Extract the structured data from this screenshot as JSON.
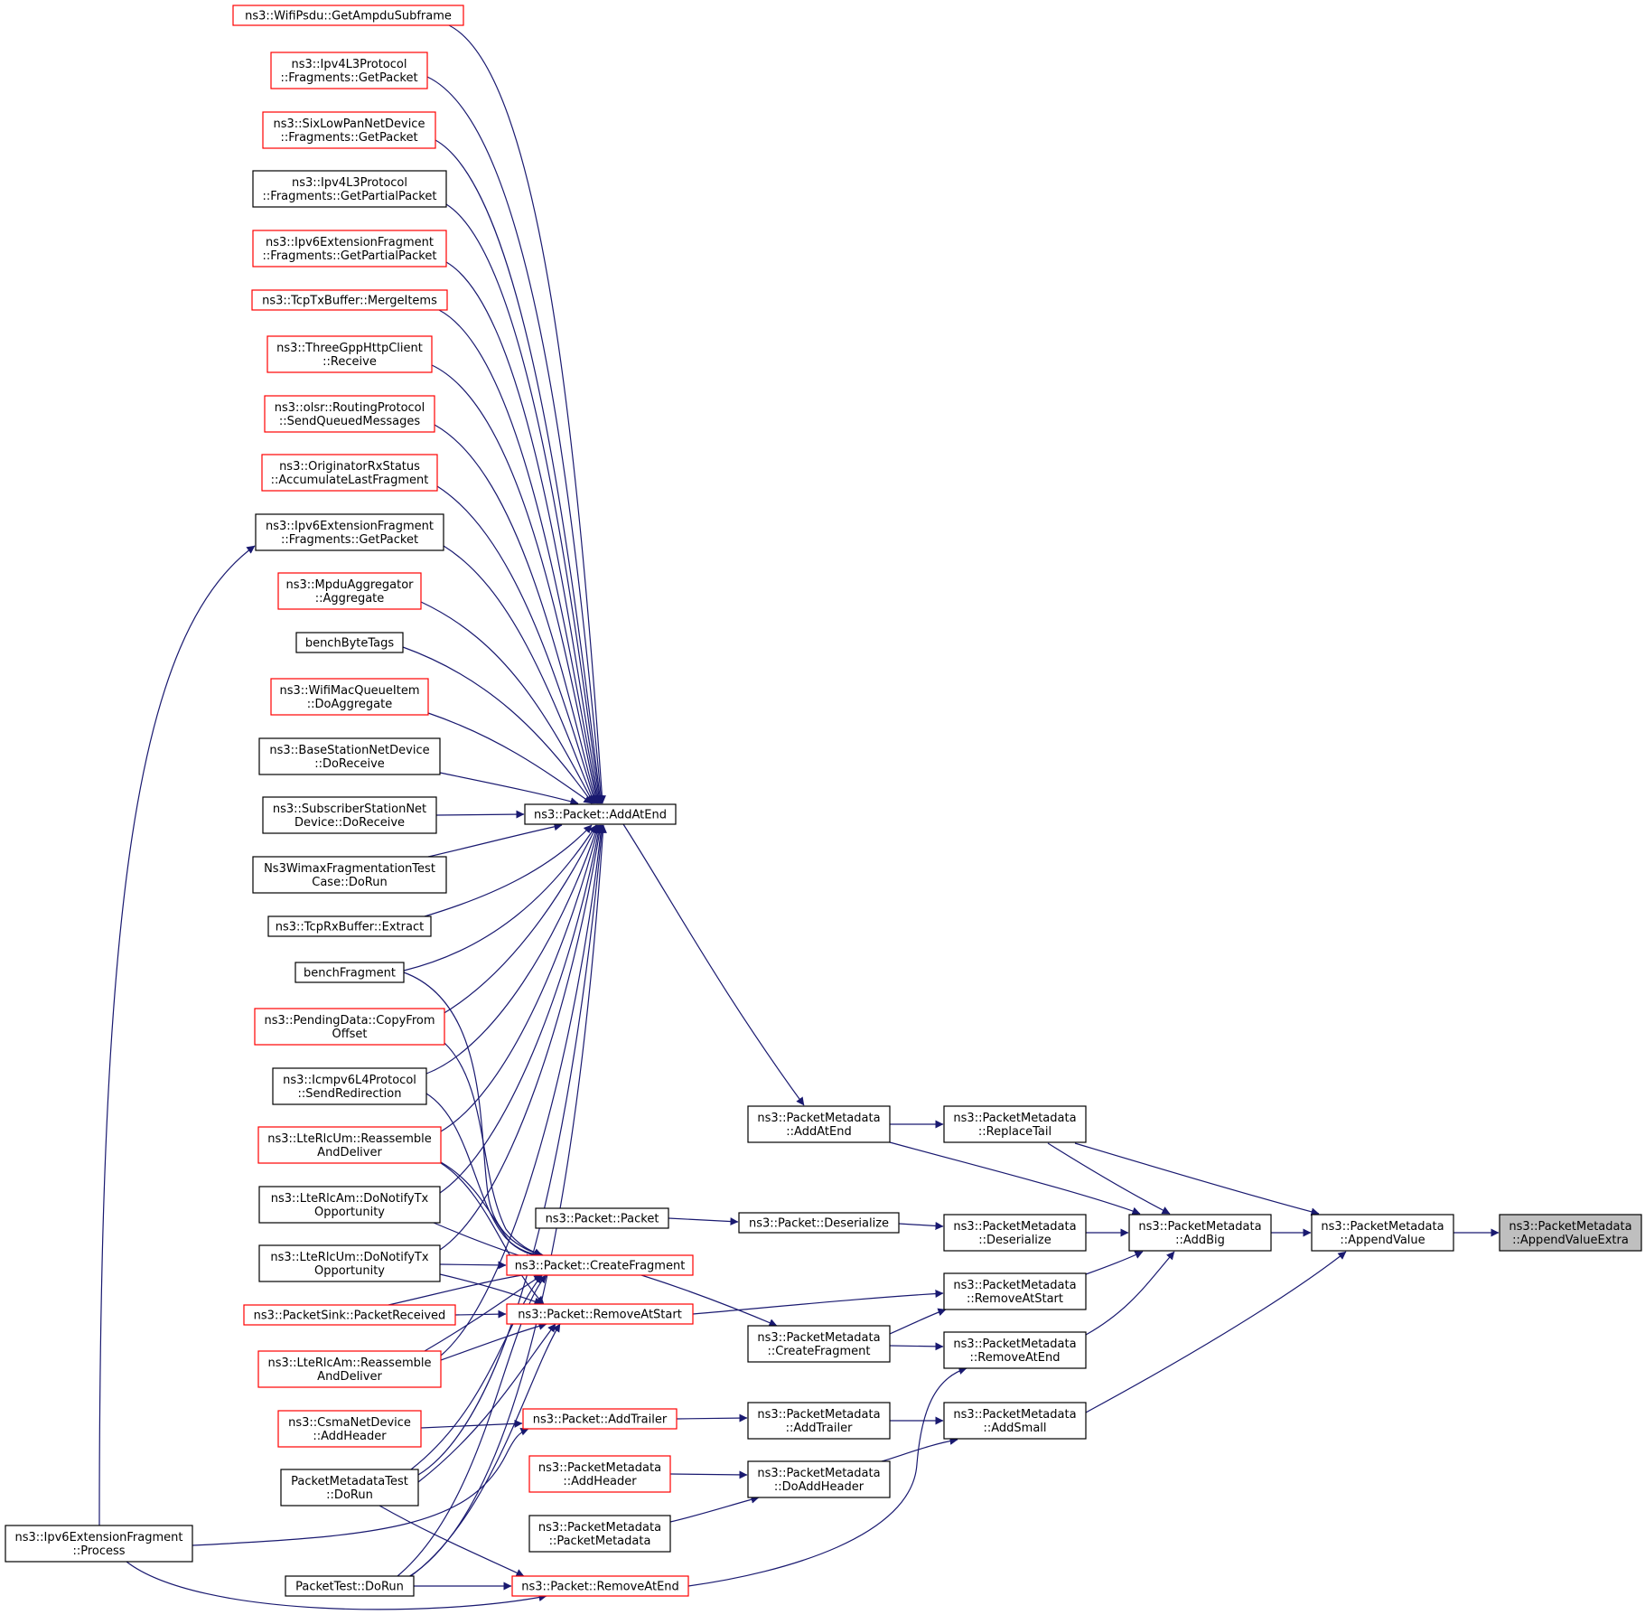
{
  "diagram": {
    "colors": {
      "edge": "#191970",
      "border_linked": "#ff0000",
      "border_plain": "#000000",
      "focus_fill": "#bfbfbf",
      "fill": "#ffffff"
    },
    "nodes": [
      {
        "id": "appendValueExtra",
        "lines": [
          "ns3::PacketMetadata",
          "::AppendValueExtra"
        ],
        "style": "focus"
      },
      {
        "id": "appendValue",
        "lines": [
          "ns3::PacketMetadata",
          "::AppendValue"
        ],
        "style": "plain"
      },
      {
        "id": "addBig",
        "lines": [
          "ns3::PacketMetadata",
          "::AddBig"
        ],
        "style": "plain"
      },
      {
        "id": "replaceTail",
        "lines": [
          "ns3::PacketMetadata",
          "::ReplaceTail"
        ],
        "style": "plain"
      },
      {
        "id": "addSmall",
        "lines": [
          "ns3::PacketMetadata",
          "::AddSmall"
        ],
        "style": "plain"
      },
      {
        "id": "pmAddAtEnd",
        "lines": [
          "ns3::PacketMetadata",
          "::AddAtEnd"
        ],
        "style": "plain"
      },
      {
        "id": "pmDeserialize",
        "lines": [
          "ns3::PacketMetadata",
          "::Deserialize"
        ],
        "style": "plain"
      },
      {
        "id": "pmRemoveAtStart",
        "lines": [
          "ns3::PacketMetadata",
          "::RemoveAtStart"
        ],
        "style": "plain"
      },
      {
        "id": "pmRemoveAtEnd",
        "lines": [
          "ns3::PacketMetadata",
          "::RemoveAtEnd"
        ],
        "style": "plain"
      },
      {
        "id": "pmCreateFragment",
        "lines": [
          "ns3::PacketMetadata",
          "::CreateFragment"
        ],
        "style": "plain"
      },
      {
        "id": "pmAddTrailer",
        "lines": [
          "ns3::PacketMetadata",
          "::AddTrailer"
        ],
        "style": "plain"
      },
      {
        "id": "pmDoAddHeader",
        "lines": [
          "ns3::PacketMetadata",
          "::DoAddHeader"
        ],
        "style": "plain"
      },
      {
        "id": "pmAddHeader",
        "lines": [
          "ns3::PacketMetadata",
          "::AddHeader"
        ],
        "style": "linked"
      },
      {
        "id": "pmCtor",
        "lines": [
          "ns3::PacketMetadata",
          "::PacketMetadata"
        ],
        "style": "plain"
      },
      {
        "id": "pAddAtEnd",
        "lines": [
          "ns3::Packet::AddAtEnd"
        ],
        "style": "plain"
      },
      {
        "id": "pDeserialize",
        "lines": [
          "ns3::Packet::Deserialize"
        ],
        "style": "plain"
      },
      {
        "id": "pPacket",
        "lines": [
          "ns3::Packet::Packet"
        ],
        "style": "plain"
      },
      {
        "id": "pCreateFragment",
        "lines": [
          "ns3::Packet::CreateFragment"
        ],
        "style": "linked"
      },
      {
        "id": "pRemoveAtStart",
        "lines": [
          "ns3::Packet::RemoveAtStart"
        ],
        "style": "linked"
      },
      {
        "id": "pAddTrailer",
        "lines": [
          "ns3::Packet::AddTrailer"
        ],
        "style": "linked"
      },
      {
        "id": "pRemoveAtEnd",
        "lines": [
          "ns3::Packet::RemoveAtEnd"
        ],
        "style": "linked"
      },
      {
        "id": "wifiPsdu",
        "lines": [
          "ns3::WifiPsdu::GetAmpduSubframe"
        ],
        "style": "linked"
      },
      {
        "id": "ipv4FragGetPacket",
        "lines": [
          "ns3::Ipv4L3Protocol",
          "::Fragments::GetPacket"
        ],
        "style": "linked"
      },
      {
        "id": "sixLowPan",
        "lines": [
          "ns3::SixLowPanNetDevice",
          "::Fragments::GetPacket"
        ],
        "style": "linked"
      },
      {
        "id": "ipv4FragPartial",
        "lines": [
          "ns3::Ipv4L3Protocol",
          "::Fragments::GetPartialPacket"
        ],
        "style": "plain"
      },
      {
        "id": "ipv6FragPartial",
        "lines": [
          "ns3::Ipv6ExtensionFragment",
          "::Fragments::GetPartialPacket"
        ],
        "style": "linked"
      },
      {
        "id": "tcpTxMerge",
        "lines": [
          "ns3::TcpTxBuffer::MergeItems"
        ],
        "style": "linked"
      },
      {
        "id": "threeGpp",
        "lines": [
          "ns3::ThreeGppHttpClient",
          "::Receive"
        ],
        "style": "linked"
      },
      {
        "id": "olsr",
        "lines": [
          "ns3::olsr::RoutingProtocol",
          "::SendQueuedMessages"
        ],
        "style": "linked"
      },
      {
        "id": "originator",
        "lines": [
          "ns3::OriginatorRxStatus",
          "::AccumulateLastFragment"
        ],
        "style": "linked"
      },
      {
        "id": "ipv6FragGetPacket",
        "lines": [
          "ns3::Ipv6ExtensionFragment",
          "::Fragments::GetPacket"
        ],
        "style": "plain"
      },
      {
        "id": "mpduAgg",
        "lines": [
          "ns3::MpduAggregator",
          "::Aggregate"
        ],
        "style": "linked"
      },
      {
        "id": "benchByteTags",
        "lines": [
          "benchByteTags"
        ],
        "style": "plain"
      },
      {
        "id": "wifiMacQueue",
        "lines": [
          "ns3::WifiMacQueueItem",
          "::DoAggregate"
        ],
        "style": "linked"
      },
      {
        "id": "baseStation",
        "lines": [
          "ns3::BaseStationNetDevice",
          "::DoReceive"
        ],
        "style": "plain"
      },
      {
        "id": "subscriber",
        "lines": [
          "ns3::SubscriberStationNet",
          "Device::DoReceive"
        ],
        "style": "plain"
      },
      {
        "id": "wimaxFrag",
        "lines": [
          "Ns3WimaxFragmentationTest",
          "Case::DoRun"
        ],
        "style": "plain"
      },
      {
        "id": "tcpRxExtract",
        "lines": [
          "ns3::TcpRxBuffer::Extract"
        ],
        "style": "plain"
      },
      {
        "id": "benchFragment",
        "lines": [
          "benchFragment"
        ],
        "style": "plain"
      },
      {
        "id": "pendingData",
        "lines": [
          "ns3::PendingData::CopyFrom",
          "Offset"
        ],
        "style": "linked"
      },
      {
        "id": "icmpv6",
        "lines": [
          "ns3::Icmpv6L4Protocol",
          "::SendRedirection"
        ],
        "style": "plain"
      },
      {
        "id": "lteUmReassemble",
        "lines": [
          "ns3::LteRlcUm::Reassemble",
          "AndDeliver"
        ],
        "style": "linked"
      },
      {
        "id": "lteAmNotify",
        "lines": [
          "ns3::LteRlcAm::DoNotifyTx",
          "Opportunity"
        ],
        "style": "plain"
      },
      {
        "id": "lteUmNotify",
        "lines": [
          "ns3::LteRlcUm::DoNotifyTx",
          "Opportunity"
        ],
        "style": "plain"
      },
      {
        "id": "packetSink",
        "lines": [
          "ns3::PacketSink::PacketReceived"
        ],
        "style": "linked"
      },
      {
        "id": "lteAmReassemble",
        "lines": [
          "ns3::LteRlcAm::Reassemble",
          "AndDeliver"
        ],
        "style": "linked"
      },
      {
        "id": "csma",
        "lines": [
          "ns3::CsmaNetDevice",
          "::AddHeader"
        ],
        "style": "linked"
      },
      {
        "id": "pmTest",
        "lines": [
          "PacketMetadataTest",
          "::DoRun"
        ],
        "style": "plain"
      },
      {
        "id": "ipv6Process",
        "lines": [
          "ns3::Ipv6ExtensionFragment",
          "::Process"
        ],
        "style": "plain"
      },
      {
        "id": "packetTest",
        "lines": [
          "PacketTest::DoRun"
        ],
        "style": "plain"
      }
    ],
    "edges": [
      [
        "appendValue",
        "appendValueExtra"
      ],
      [
        "addBig",
        "appendValue"
      ],
      [
        "replaceTail",
        "appendValue"
      ],
      [
        "addSmall",
        "appendValue"
      ],
      [
        "replaceTail",
        "addBig"
      ],
      [
        "pmAddAtEnd",
        "addBig"
      ],
      [
        "pmDeserialize",
        "addBig"
      ],
      [
        "pmRemoveAtStart",
        "addBig"
      ],
      [
        "pmRemoveAtEnd",
        "addBig"
      ],
      [
        "pmAddAtEnd",
        "replaceTail"
      ],
      [
        "pDeserialize",
        "pmDeserialize"
      ],
      [
        "pPacket",
        "pDeserialize"
      ],
      [
        "pmCreateFragment",
        "pmRemoveAtStart"
      ],
      [
        "pmCreateFragment",
        "pmRemoveAtEnd"
      ],
      [
        "pmAddTrailer",
        "addSmall"
      ],
      [
        "pmDoAddHeader",
        "addSmall"
      ],
      [
        "pmAddHeader",
        "pmDoAddHeader"
      ],
      [
        "pmCtor",
        "pmDoAddHeader"
      ],
      [
        "pCreateFragment",
        "pmCreateFragment"
      ],
      [
        "pRemoveAtStart",
        "pmRemoveAtStart"
      ],
      [
        "pRemoveAtEnd",
        "pmRemoveAtEnd"
      ],
      [
        "pAddTrailer",
        "pmAddTrailer"
      ],
      [
        "pAddAtEnd",
        "pmAddAtEnd"
      ],
      [
        "wifiPsdu",
        "pAddAtEnd"
      ],
      [
        "ipv4FragGetPacket",
        "pAddAtEnd"
      ],
      [
        "sixLowPan",
        "pAddAtEnd"
      ],
      [
        "ipv4FragPartial",
        "pAddAtEnd"
      ],
      [
        "ipv6FragPartial",
        "pAddAtEnd"
      ],
      [
        "tcpTxMerge",
        "pAddAtEnd"
      ],
      [
        "threeGpp",
        "pAddAtEnd"
      ],
      [
        "olsr",
        "pAddAtEnd"
      ],
      [
        "originator",
        "pAddAtEnd"
      ],
      [
        "ipv6FragGetPacket",
        "pAddAtEnd"
      ],
      [
        "mpduAgg",
        "pAddAtEnd"
      ],
      [
        "benchByteTags",
        "pAddAtEnd"
      ],
      [
        "wifiMacQueue",
        "pAddAtEnd"
      ],
      [
        "baseStation",
        "pAddAtEnd"
      ],
      [
        "subscriber",
        "pAddAtEnd"
      ],
      [
        "wimaxFrag",
        "pAddAtEnd"
      ],
      [
        "tcpRxExtract",
        "pAddAtEnd"
      ],
      [
        "benchFragment",
        "pAddAtEnd"
      ],
      [
        "pendingData",
        "pAddAtEnd"
      ],
      [
        "icmpv6",
        "pAddAtEnd"
      ],
      [
        "lteUmReassemble",
        "pAddAtEnd"
      ],
      [
        "lteAmNotify",
        "pAddAtEnd"
      ],
      [
        "lteUmNotify",
        "pAddAtEnd"
      ],
      [
        "lteAmReassemble",
        "pAddAtEnd"
      ],
      [
        "pmTest",
        "pAddAtEnd"
      ],
      [
        "packetTest",
        "pAddAtEnd"
      ],
      [
        "benchFragment",
        "pCreateFragment"
      ],
      [
        "pendingData",
        "pCreateFragment"
      ],
      [
        "icmpv6",
        "pCreateFragment"
      ],
      [
        "lteUmReassemble",
        "pCreateFragment"
      ],
      [
        "lteAmNotify",
        "pCreateFragment"
      ],
      [
        "lteUmNotify",
        "pCreateFragment"
      ],
      [
        "packetSink",
        "pCreateFragment"
      ],
      [
        "lteAmReassemble",
        "pCreateFragment"
      ],
      [
        "pmTest",
        "pCreateFragment"
      ],
      [
        "packetTest",
        "pCreateFragment"
      ],
      [
        "lteUmReassemble",
        "pRemoveAtStart"
      ],
      [
        "lteUmNotify",
        "pRemoveAtStart"
      ],
      [
        "packetSink",
        "pRemoveAtStart"
      ],
      [
        "lteAmReassemble",
        "pRemoveAtStart"
      ],
      [
        "pmTest",
        "pRemoveAtStart"
      ],
      [
        "packetTest",
        "pRemoveAtStart"
      ],
      [
        "csma",
        "pAddTrailer"
      ],
      [
        "ipv6Process",
        "pAddTrailer"
      ],
      [
        "pmTest",
        "pRemoveAtEnd"
      ],
      [
        "packetTest",
        "pRemoveAtEnd"
      ],
      [
        "ipv6Process",
        "pRemoveAtEnd"
      ],
      [
        "ipv6Process",
        "ipv6FragGetPacket"
      ]
    ]
  }
}
